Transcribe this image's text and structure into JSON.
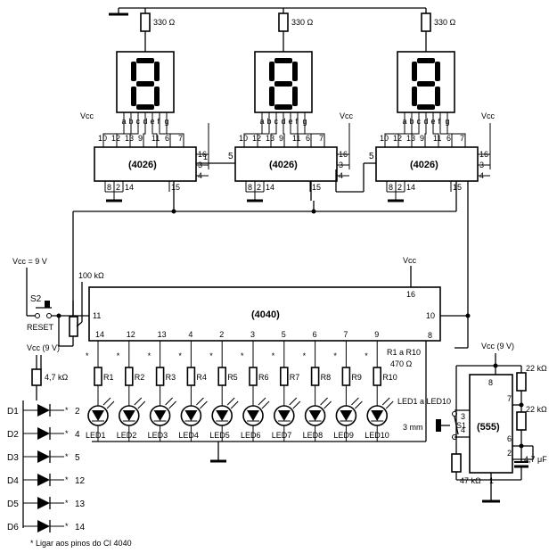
{
  "resistors": {
    "r330_1": "330 Ω",
    "r330_2": "330 Ω",
    "r330_3": "330 Ω",
    "pot": "100 kΩ",
    "r47k_diode": "4,7 kΩ",
    "r22k_1": "22 kΩ",
    "r22k_2": "22 kΩ",
    "r47k": "47 kΩ",
    "led_res_note": "R1 a R10",
    "led_res_value": "470 Ω"
  },
  "ics": {
    "counter1": "(4026)",
    "counter2": "(4026)",
    "counter3": "(4026)",
    "binary_counter": "(4040)",
    "timer": "(555)"
  },
  "supply": {
    "vcc": "Vcc",
    "vcc_9v_main": "Vcc = 9 V",
    "vcc_9v_diodes": "Vcc (9 V)",
    "vcc_9v_timer": "Vcc (9 V)"
  },
  "switches": {
    "s2": "S2",
    "reset": "RESET",
    "s1": "S1"
  },
  "capacitor": "4,7 μF",
  "seg_pins": [
    "a",
    "b",
    "c",
    "d",
    "e",
    "f",
    "g"
  ],
  "ic4026_pins": {
    "top": [
      "10",
      "12",
      "13",
      "9",
      "11",
      "6",
      "7"
    ],
    "left": [
      "16",
      "3",
      "4"
    ],
    "bottom": [
      "8",
      "2",
      "14",
      "15"
    ],
    "clk": "1",
    "co": "5"
  },
  "ic4040_pins": {
    "vdd": "16",
    "reset": "11",
    "clk": "10",
    "gnd": "8",
    "outputs": [
      "14",
      "12",
      "13",
      "4",
      "2",
      "3",
      "5",
      "6",
      "7",
      "9"
    ]
  },
  "ic555_pins": [
    "8",
    "7",
    "3",
    "4",
    "6",
    "2",
    "1"
  ],
  "leds": {
    "labels": [
      "LED1",
      "LED2",
      "LED3",
      "LED4",
      "LED5",
      "LED6",
      "LED7",
      "LED8",
      "LED9",
      "LED10"
    ],
    "resistors": [
      "R1",
      "R2",
      "R3",
      "R4",
      "R5",
      "R6",
      "R7",
      "R8",
      "R9",
      "R10"
    ],
    "note_range": "LED1 a LED10",
    "note_size": "3 mm"
  },
  "diodes": {
    "labels": [
      "D1",
      "D2",
      "D3",
      "D4",
      "D5",
      "D6"
    ],
    "pins": [
      "2",
      "4",
      "5",
      "12",
      "13",
      "14"
    ],
    "marker": "*"
  },
  "footnote": "* Ligar aos pinos do CI 4040"
}
